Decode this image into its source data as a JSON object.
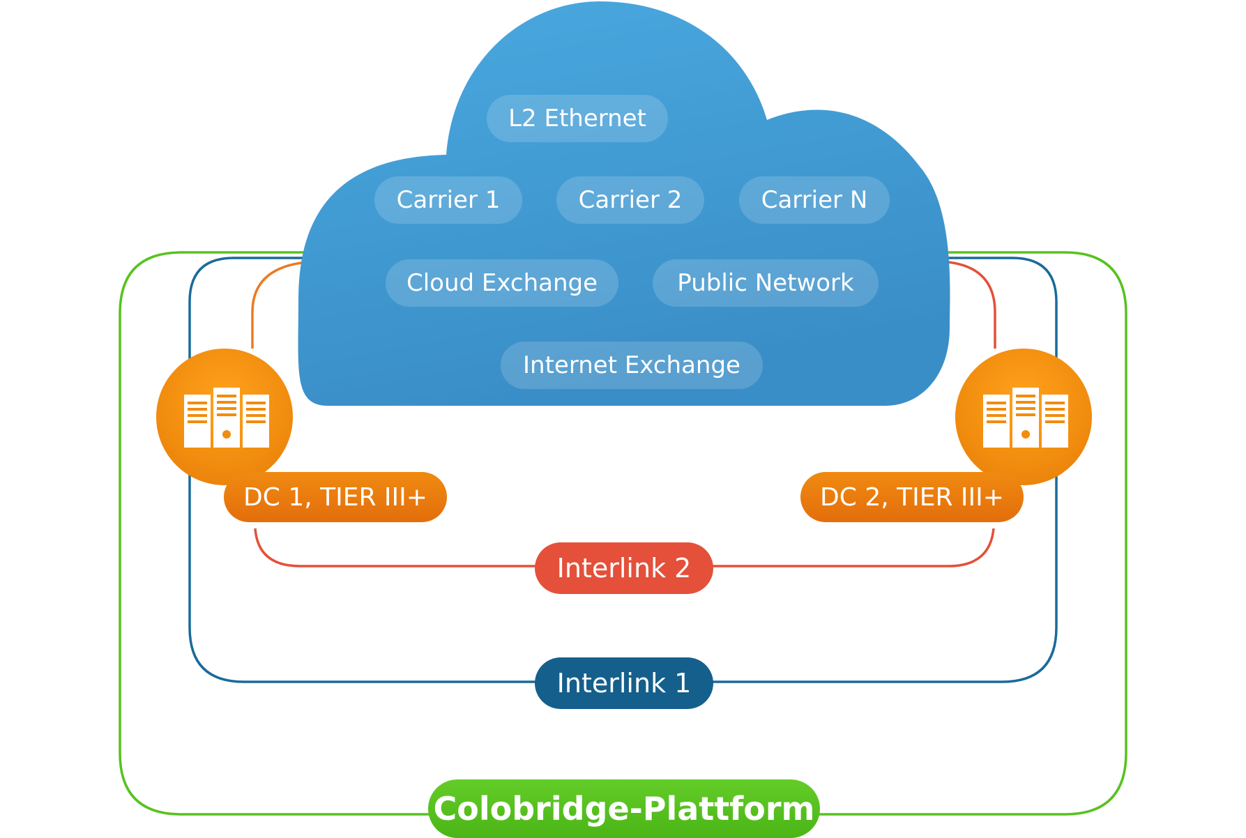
{
  "cloud": {
    "items": [
      {
        "label": "L2 Ethernet"
      },
      {
        "label": "Carrier 1"
      },
      {
        "label": "Carrier 2"
      },
      {
        "label": "Carrier N"
      },
      {
        "label": "Cloud Exchange"
      },
      {
        "label": "Public Network"
      },
      {
        "label": "Internet Exchange"
      }
    ]
  },
  "datacenters": {
    "dc1": {
      "label": "DC 1, TIER III+",
      "icon": "server-rack-icon"
    },
    "dc2": {
      "label": "DC 2, TIER III+",
      "icon": "server-rack-icon"
    }
  },
  "links": {
    "interlink2": {
      "label": "Interlink 2"
    },
    "interlink1": {
      "label": "Interlink 1"
    },
    "platform": {
      "label": "Colobridge-Plattform"
    }
  },
  "colors": {
    "cloud_top": "#4aa9e0",
    "cloud_bottom": "#3b8fc8",
    "orange": "#ef860e",
    "interlink2_red": "#e4503a",
    "interlink1_blue": "#1a6a9a",
    "platform_green": "#57c21f"
  }
}
